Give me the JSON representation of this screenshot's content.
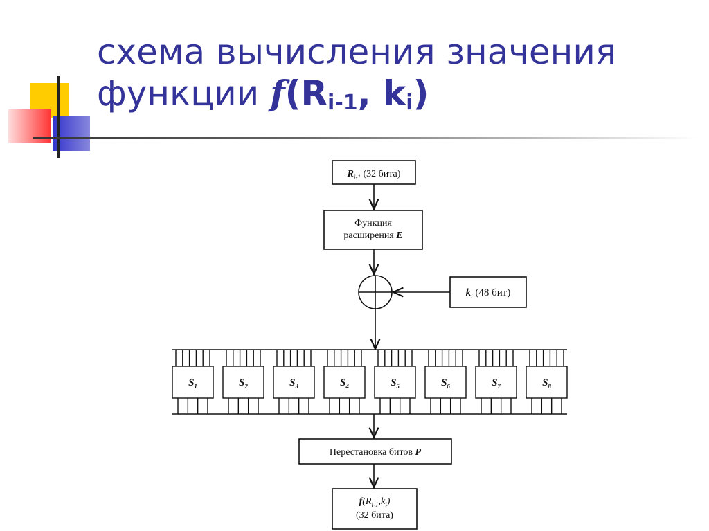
{
  "slide": {
    "title_line1": "схема вычисления значения",
    "title_line2_prefix": "функции ",
    "title_f": "f",
    "title_open": "(R",
    "title_sub1": "i-1",
    "title_comma": ", k",
    "title_sub2": "i",
    "title_close": ")"
  },
  "diagram": {
    "input_main": "R",
    "input_sub": "i-1",
    "input_rest": " (32 бита)",
    "expansion_line1": "Функция",
    "expansion_line2_text": "расширения ",
    "expansion_line2_var": "E",
    "xor_symbol": "⊕",
    "key_main": "k",
    "key_sub": "i",
    "key_rest": " (48 бит)",
    "sboxes": [
      {
        "main": "S",
        "sub": "1"
      },
      {
        "main": "S",
        "sub": "2"
      },
      {
        "main": "S",
        "sub": "3"
      },
      {
        "main": "S",
        "sub": "4"
      },
      {
        "main": "S",
        "sub": "5"
      },
      {
        "main": "S",
        "sub": "6"
      },
      {
        "main": "S",
        "sub": "7"
      },
      {
        "main": "S",
        "sub": "8"
      }
    ],
    "permutation_text": "Перестановка битов ",
    "permutation_var": "P",
    "output_line1_f": "f",
    "output_line1_open": "(R",
    "output_line1_sub": "i-1",
    "output_line1_mid": ",k",
    "output_line1_sub2": "i",
    "output_line1_close": ")",
    "output_line2": "(32 бита)"
  },
  "colors": {
    "title": "#333399",
    "deco_yellow": "#ffcc00",
    "deco_red": "#ff3333",
    "deco_blue": "#3333cc"
  }
}
